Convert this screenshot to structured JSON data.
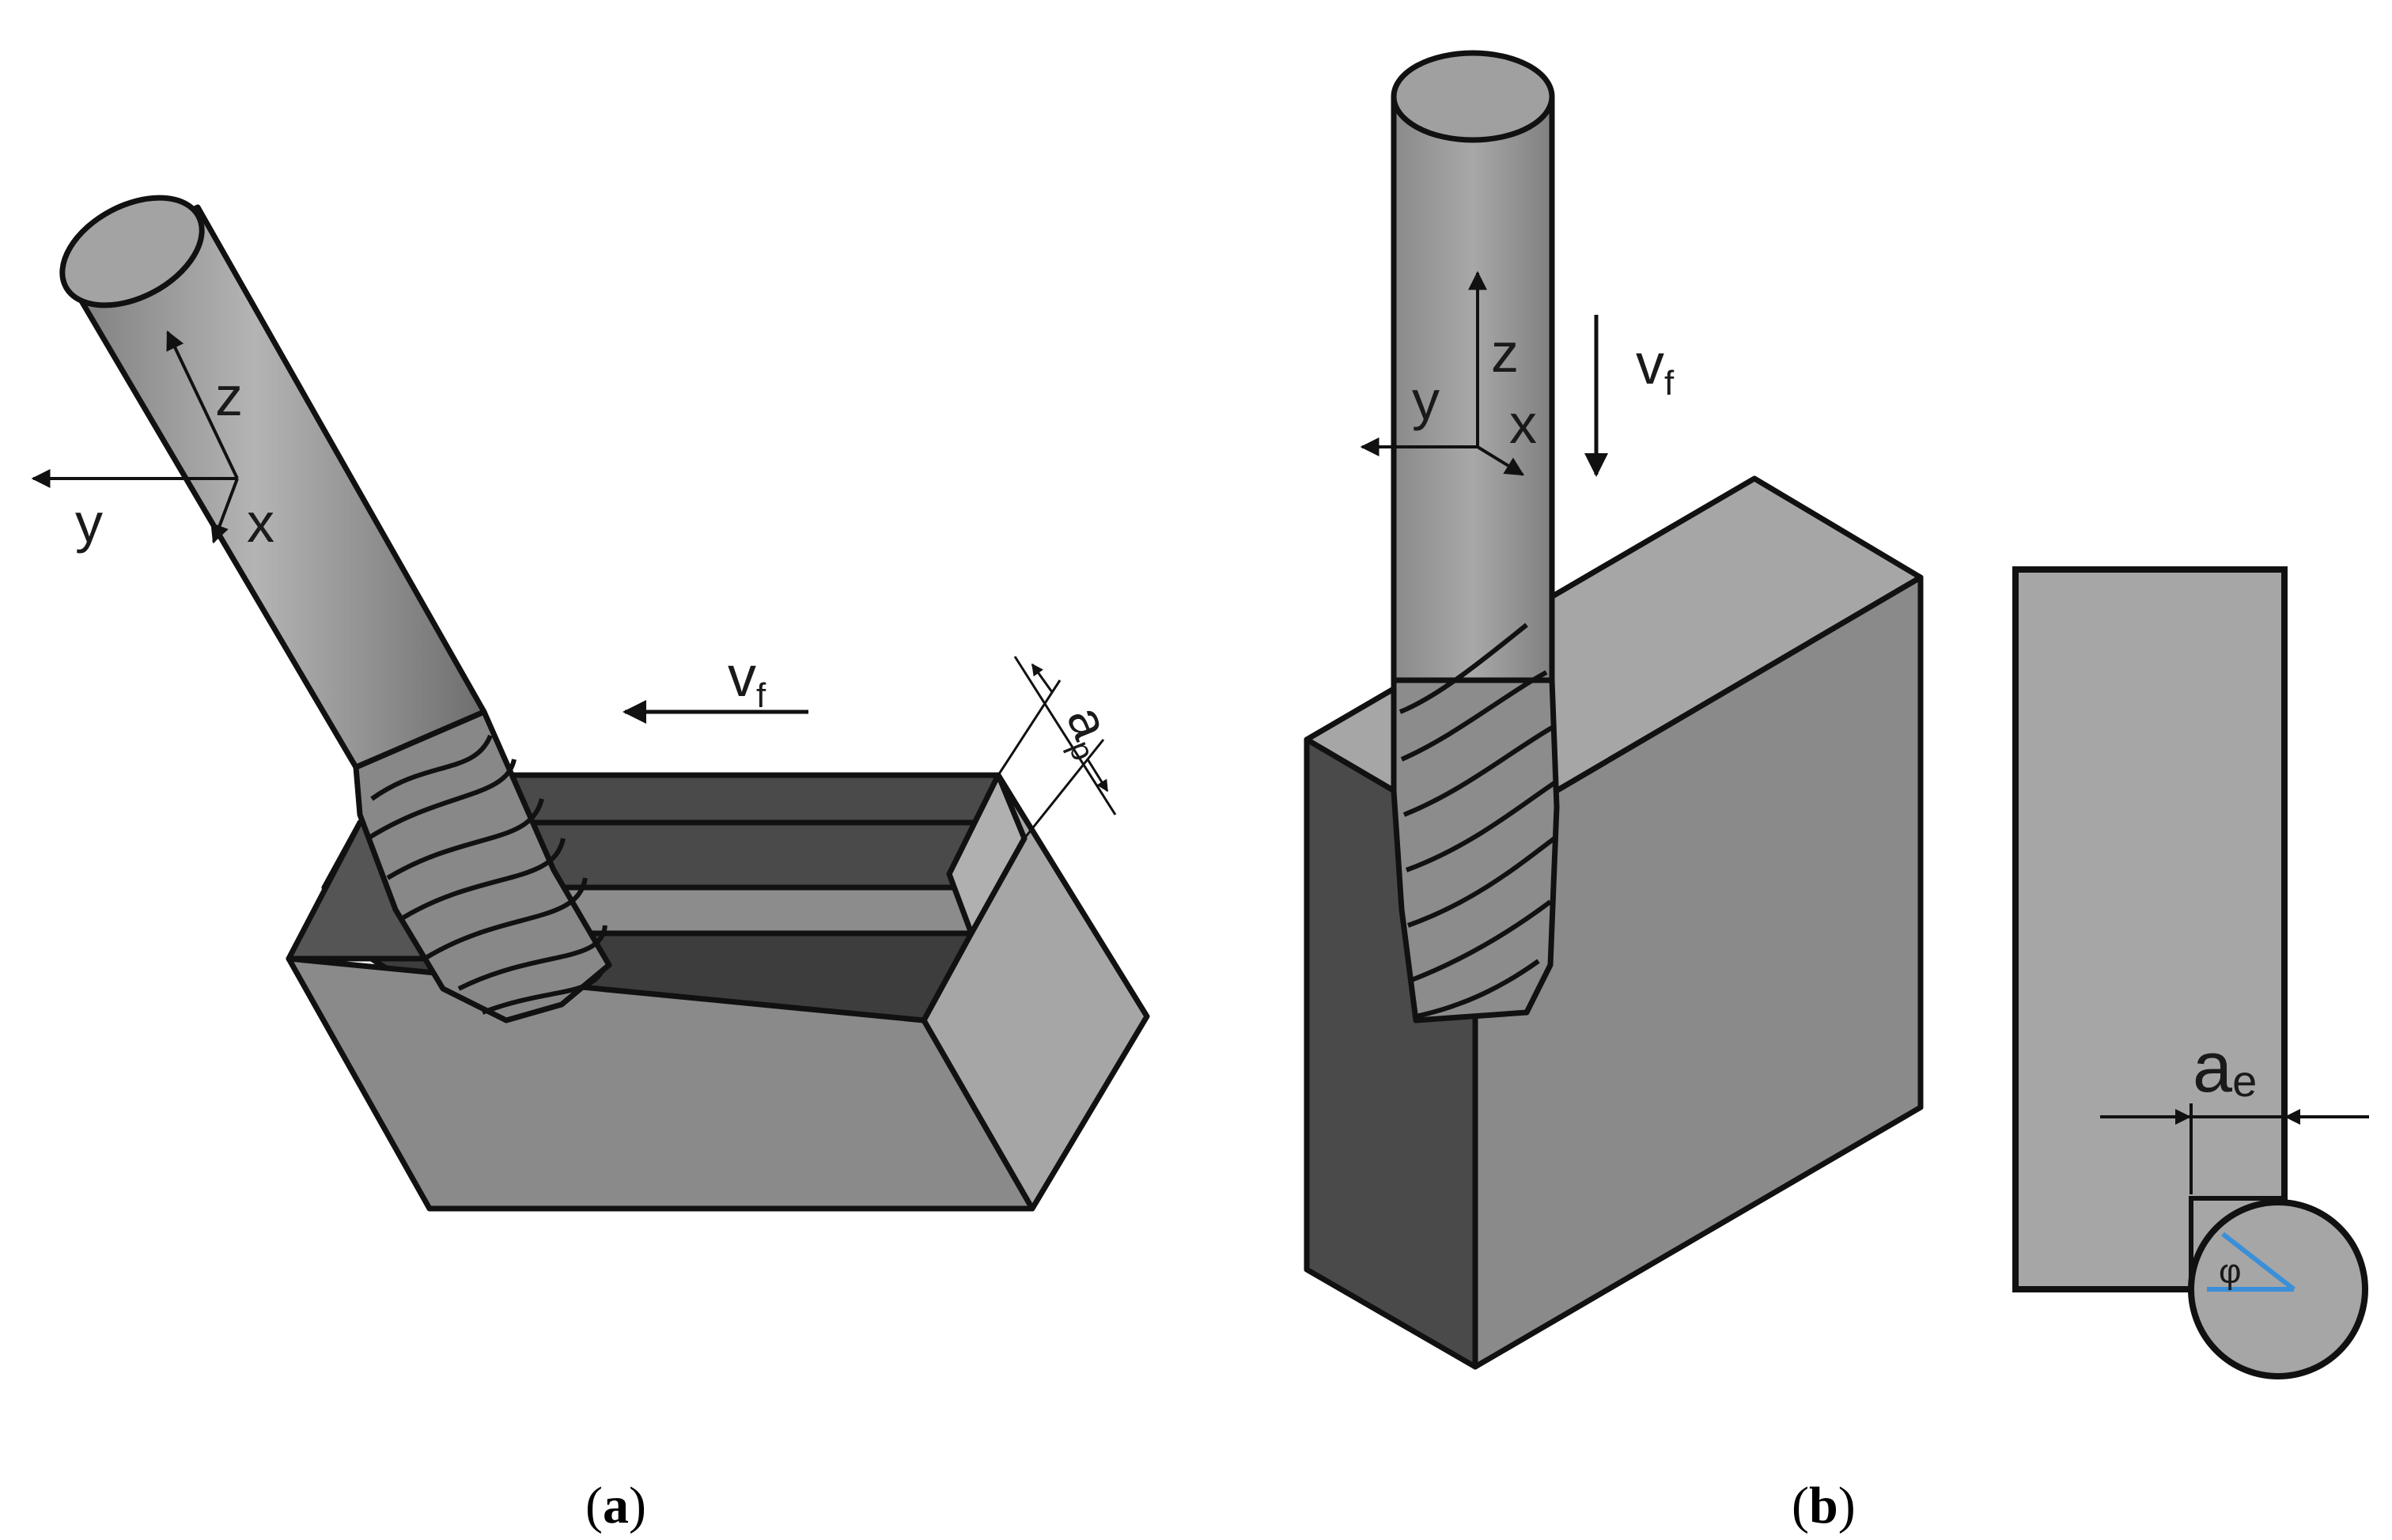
{
  "figure": {
    "panel_a": {
      "caption_open": "(",
      "caption_letter": "a",
      "caption_close": ")",
      "axis_z": "z",
      "axis_y": "y",
      "axis_x": "x",
      "feed_symbol": "v",
      "feed_subscript": "f",
      "depth_symbol": "a",
      "depth_subscript": "p"
    },
    "panel_b": {
      "caption_open": "(",
      "caption_letter": "b",
      "caption_close": ")",
      "axis_z": "z",
      "axis_y": "y",
      "axis_x": "x",
      "feed_symbol": "v",
      "feed_subscript": "f",
      "width_symbol": "a",
      "width_subscript": "e",
      "angle_symbol": "φ"
    },
    "colors": {
      "outline": "#111111",
      "block_top": "#a6a6a6",
      "block_front": "#8a8a8a",
      "block_dark": "#4a4a4a",
      "tool": "#999999",
      "angle_line": "#3a8fd8"
    }
  }
}
